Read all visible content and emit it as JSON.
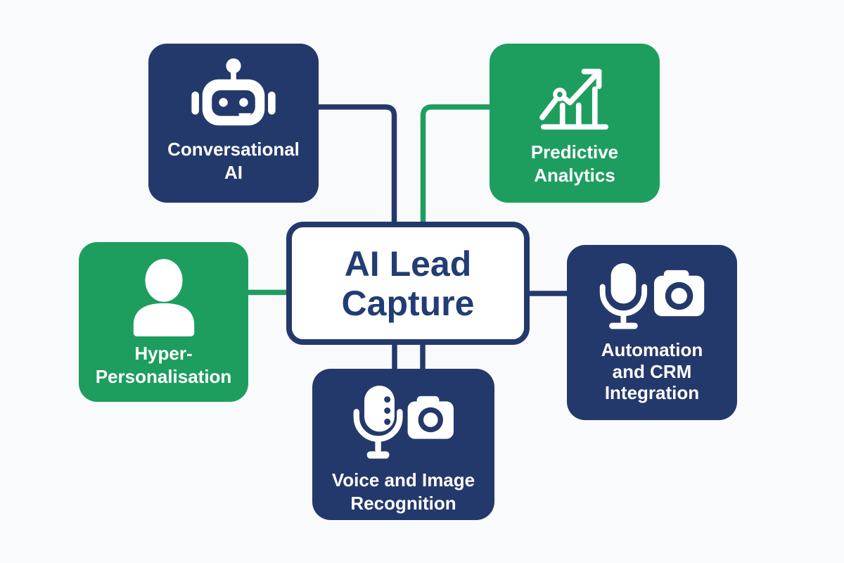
{
  "title": "AI Lead Capture",
  "background_color": "#f9fafc",
  "colors": {
    "navy": "#24396b",
    "green": "#1e9e5e",
    "white": "#ffffff",
    "title_navy": "#223d74"
  },
  "center_node": {
    "label": "AI Lead Capture",
    "lines": [
      "AI Lead",
      "Capture"
    ]
  },
  "nodes": [
    {
      "id": "conversational-ai",
      "label": "Conversational AI",
      "lines": [
        "Conversational",
        "AI"
      ],
      "color": "navy",
      "icon": "robot-icon"
    },
    {
      "id": "predictive-analytics",
      "label": "Predictive Analytics",
      "lines": [
        "Predictive",
        "Analytics"
      ],
      "color": "green",
      "icon": "trend-chart-icon"
    },
    {
      "id": "hyper-personalisation",
      "label": "Hyper-Personalisation",
      "lines": [
        "Hyper-",
        "Personalisation"
      ],
      "color": "green",
      "icon": "person-icon"
    },
    {
      "id": "automation-crm-integration",
      "label": "Automation and CRM Integration",
      "lines": [
        "Automation",
        "and CRM",
        "Integration"
      ],
      "color": "navy",
      "icon": "microphone-camera-icon"
    },
    {
      "id": "voice-image-recognition",
      "label": "Voice and Image Recognition",
      "lines": [
        "Voice and Image",
        "Recognition"
      ],
      "color": "navy",
      "icon": "dotted-microphone-camera-icon"
    }
  ],
  "connectors": [
    {
      "from": "conversational-ai",
      "to": "center",
      "color": "#24396b",
      "route": "right-then-down"
    },
    {
      "from": "predictive-analytics",
      "to": "center",
      "color": "#1e9e5e",
      "route": "left-then-down"
    },
    {
      "from": "hyper-personalisation",
      "to": "center",
      "color": "#1e9e5e",
      "route": "horizontal"
    },
    {
      "from": "center",
      "to": "automation-crm-integration",
      "color": "#24396b",
      "route": "horizontal"
    },
    {
      "from": "center",
      "to": "voice-image-recognition",
      "color": "#24396b",
      "route": "double-vertical"
    }
  ]
}
